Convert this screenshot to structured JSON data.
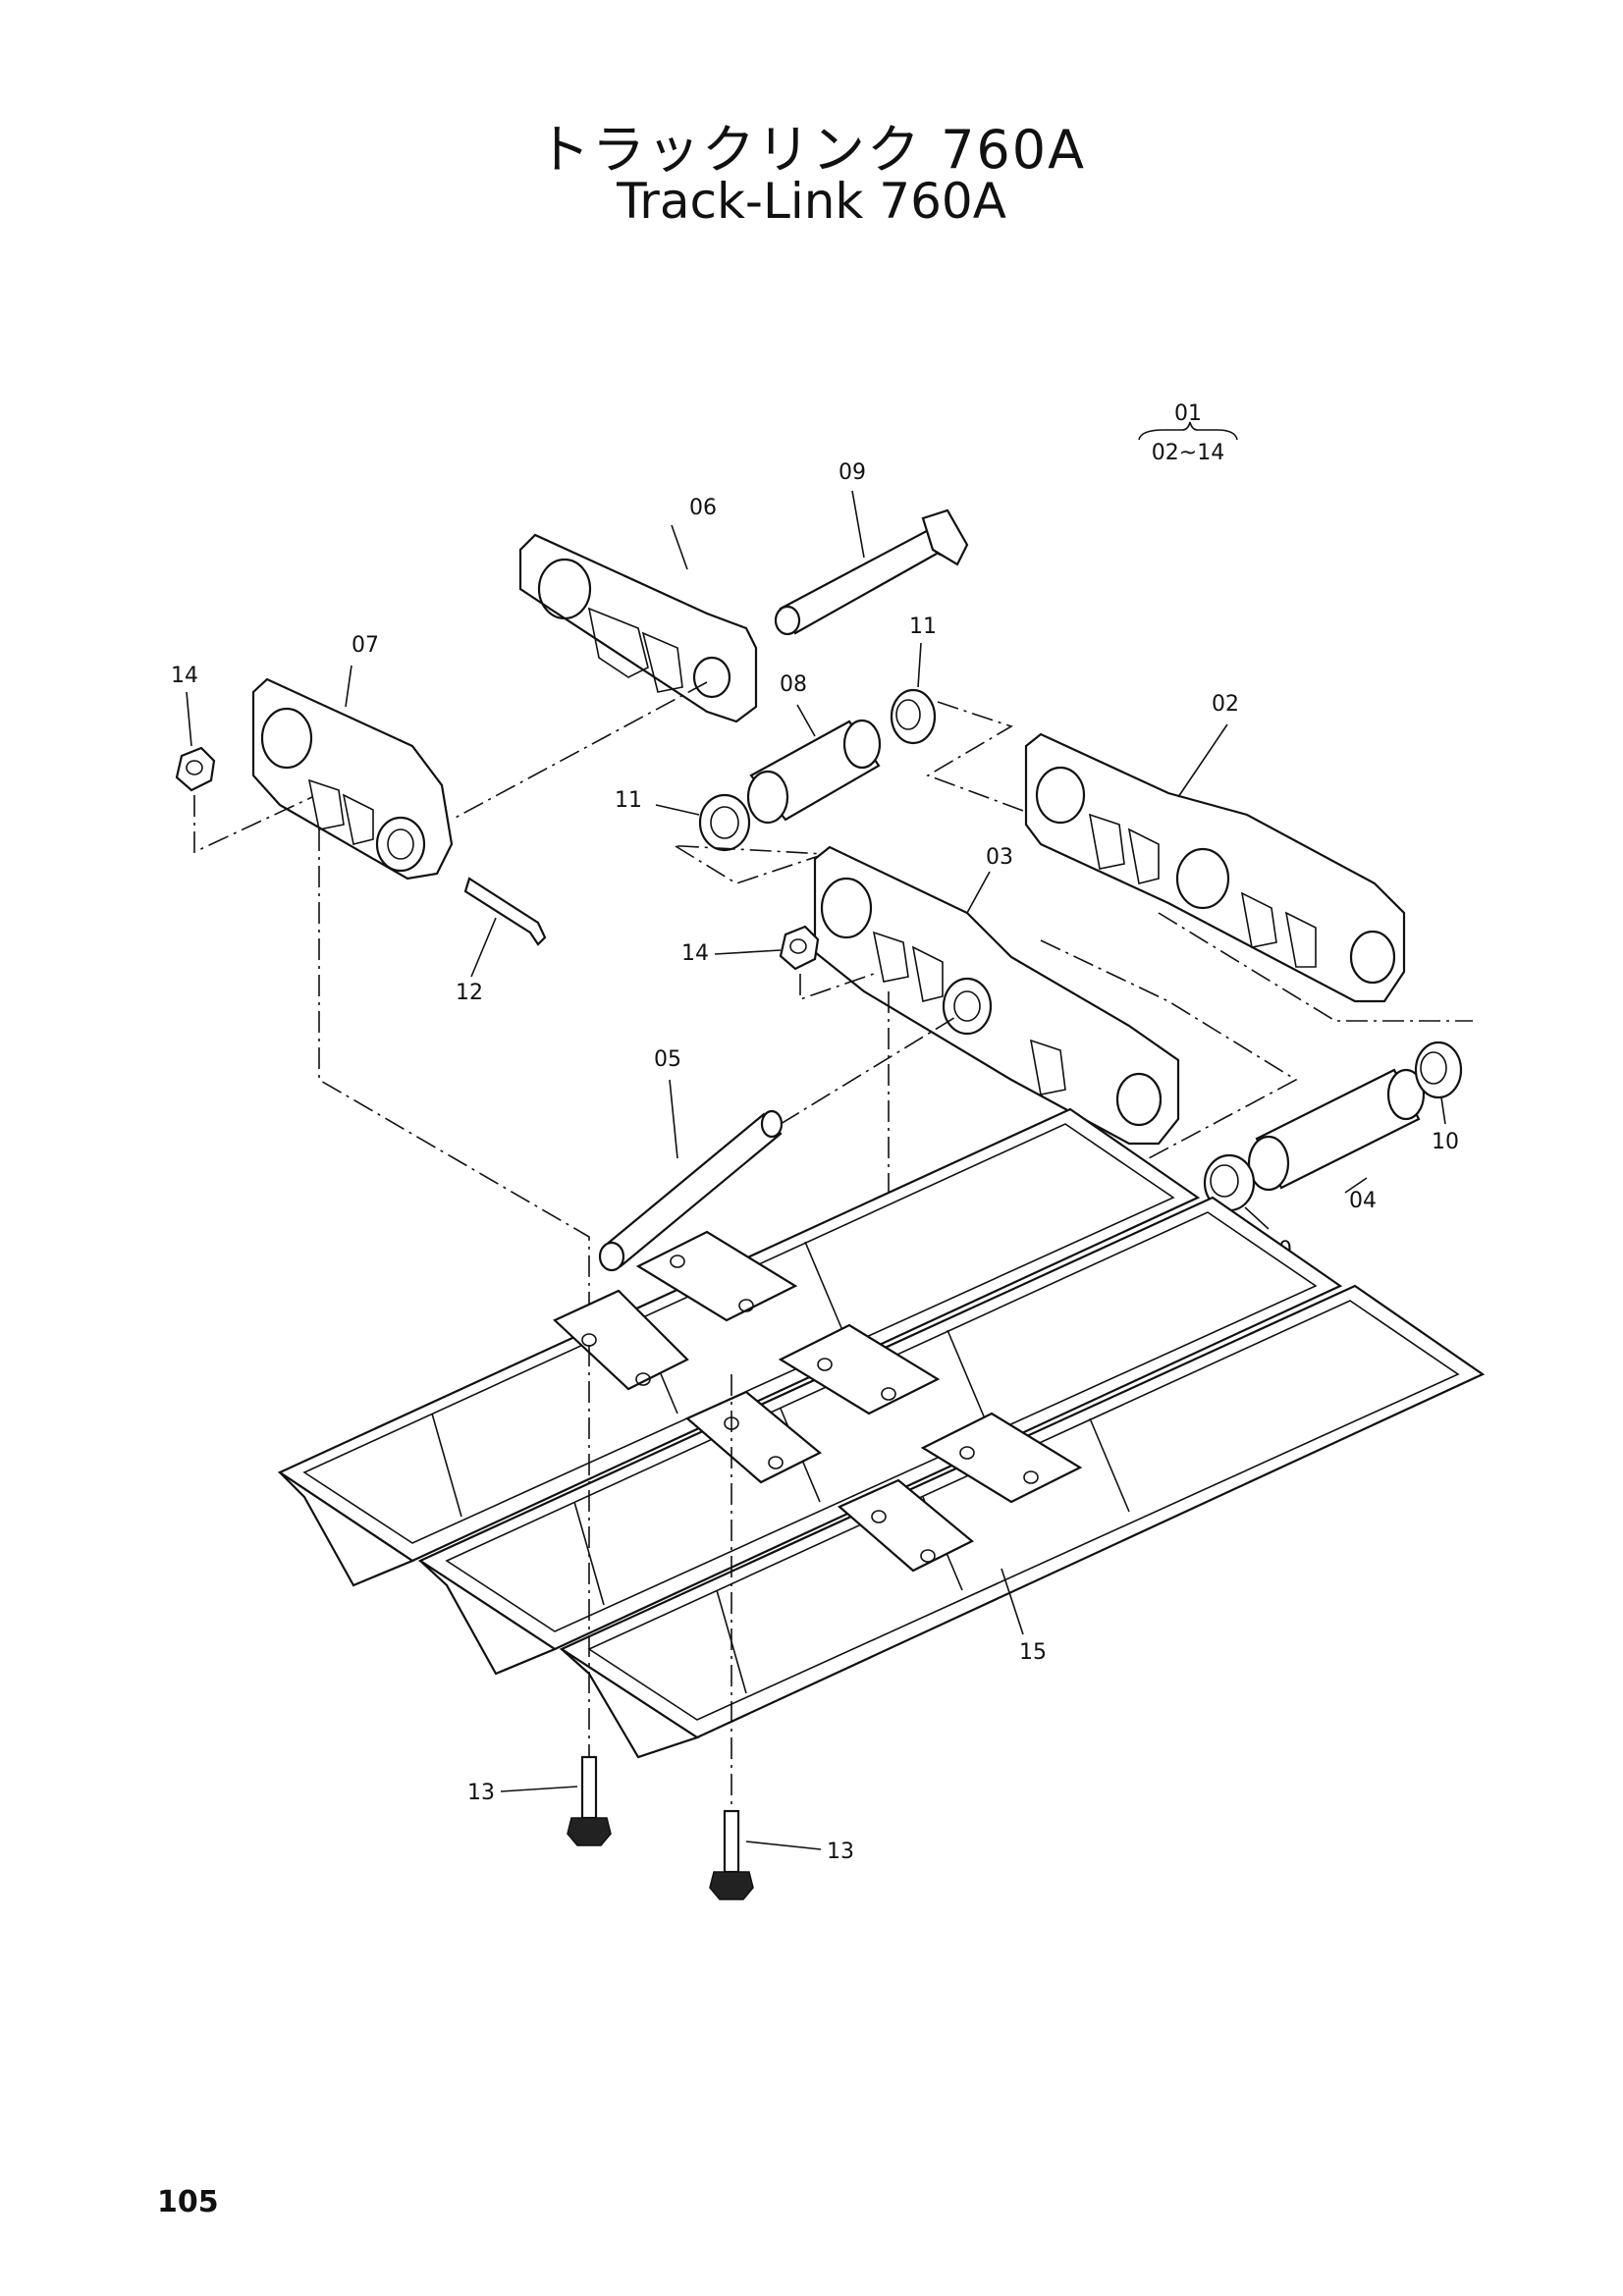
{
  "header": {
    "title_jp": "トラックリンク 760A",
    "title_en": "Track-Link 760A"
  },
  "assembly_note": {
    "top": "01",
    "bottom": "02~14"
  },
  "parts": {
    "p02": "02",
    "p03": "03",
    "p04": "04",
    "p05": "05",
    "p06": "06",
    "p07": "07",
    "p08": "08",
    "p09": "09",
    "p10a": "10",
    "p10b": "10",
    "p11a": "11",
    "p11b": "11",
    "p12": "12",
    "p13a": "13",
    "p13b": "13",
    "p14a": "14",
    "p14b": "14",
    "p15": "15"
  },
  "footer": {
    "page_number": "105"
  }
}
